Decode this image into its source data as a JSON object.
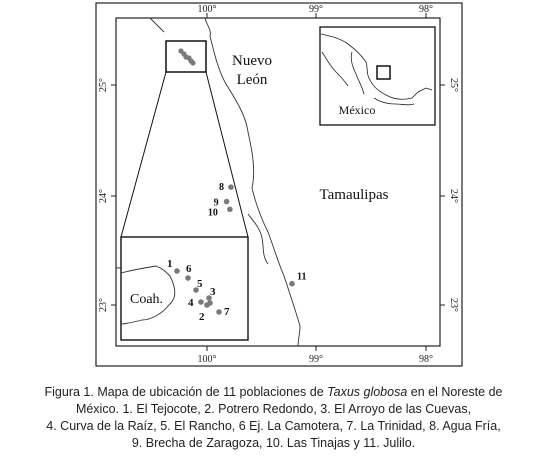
{
  "map": {
    "top_ticks": [
      "100°",
      "99°",
      "98°"
    ],
    "bottom_ticks": [
      "100°",
      "99°",
      "98°"
    ],
    "left_ticks": [
      "25°",
      "24°",
      "23°"
    ],
    "right_ticks": [
      "25°",
      "24°",
      "23°"
    ],
    "labels": {
      "nuevo_leon_line1": "Nuevo",
      "nuevo_leon_line2": "León",
      "tamaulipas": "Tamaulipas",
      "coahuila": "Coah.",
      "mexico": "México"
    },
    "points": [
      {
        "id": "8",
        "lon": -99.78,
        "lat": 24.08
      },
      {
        "id": "9",
        "lon": -99.82,
        "lat": 23.95
      },
      {
        "id": "10",
        "lon": -99.79,
        "lat": 23.88
      },
      {
        "id": "11",
        "lon": -99.22,
        "lat": 23.21
      }
    ],
    "inset_points": [
      {
        "id": "1"
      },
      {
        "id": "6"
      },
      {
        "id": "5"
      },
      {
        "id": "3"
      },
      {
        "id": "4"
      },
      {
        "id": "2"
      },
      {
        "id": "7"
      }
    ]
  },
  "caption": {
    "prefix": "Figura 1. Mapa de ubicación de 11 poblaciones de ",
    "species": "Taxus globosa",
    "line1_suffix": " en el Noreste de",
    "line2": "México. 1. El Tejocote, 2. Potrero Redondo, 3. El Arroyo de las Cuevas,",
    "line3": "4. Curva de la Raíz, 5. El Rancho, 6 Ej. La Camotera, 7. La Trinidad, 8. Agua Fría,",
    "line4": "9. Brecha de Zaragoza, 10. Las Tinajas y 11. Julilo."
  }
}
